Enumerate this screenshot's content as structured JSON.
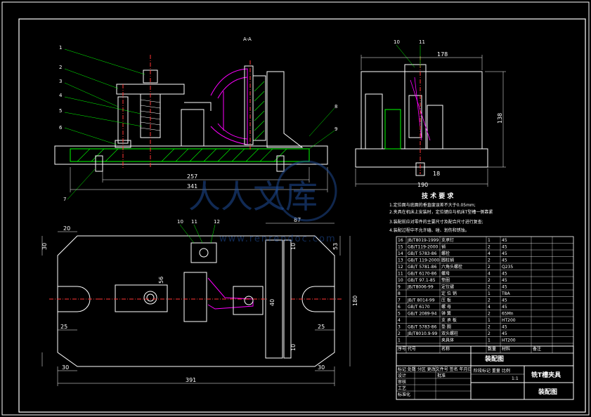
{
  "section_label": "A-A",
  "front_view": {
    "leaders": [
      "1",
      "2",
      "3",
      "4",
      "5",
      "6",
      "7",
      "8",
      "9"
    ],
    "dims": {
      "d257": "257",
      "d341": "341"
    }
  },
  "side_view": {
    "leaders": [
      "10",
      "11"
    ],
    "dims": {
      "d178": "178",
      "d138": "138",
      "d190": "190",
      "d18": "18"
    }
  },
  "plan_view": {
    "leaders": [
      "10",
      "11",
      "12"
    ],
    "dims": {
      "d20": "20",
      "d30": "30",
      "d87": "87",
      "d53": "53",
      "d10a": "10",
      "d180": "180",
      "d25l": "25",
      "d25r": "25",
      "d40": "40",
      "d56": "56",
      "d10b": "10",
      "d391": "391",
      "d30b": "30",
      "d30c": "30"
    }
  },
  "tech_req": {
    "title": "技 术 要 求",
    "lines": [
      "1.定位面与底面的垂直度误差不大于0.05mm;",
      "2.夹具在机床上安装时，定位键应与机床T型槽一侧靠紧",
      "3.装配前应对零件的主要尺寸及配合尺寸进行复查;",
      "4.装配过程中不允许磕、碰、划伤和锈蚀。"
    ]
  },
  "bom": {
    "rows": [
      [
        "16",
        "JB/T8019-1999",
        "支承钉",
        "1",
        "45",
        ""
      ],
      [
        "15",
        "GB/T119-2000",
        "销",
        "2",
        "45",
        ""
      ],
      [
        "14",
        "GB/T 5783-86",
        "螺栓",
        "4",
        "45",
        ""
      ],
      [
        "13",
        "GB/T 119-2000",
        "圆柱销",
        "2",
        "45",
        ""
      ],
      [
        "12",
        "GB/T 5781-86",
        "六角头螺栓",
        "2",
        "Q235",
        ""
      ],
      [
        "11",
        "GB/T 6170-86",
        "螺母",
        "4",
        "45",
        ""
      ],
      [
        "10",
        "GB/T 97.1-85",
        "垫圈",
        "2",
        "45",
        ""
      ],
      [
        "9",
        "JB/T8006-99",
        "定位键",
        "2",
        "45",
        ""
      ],
      [
        "8",
        "",
        "定 位 销",
        "1",
        "T8A",
        ""
      ],
      [
        "7",
        "JB/T 8014-99",
        "压 板",
        "2",
        "45",
        ""
      ],
      [
        "6",
        "GB/T 6170",
        "螺 母",
        "4",
        "45",
        ""
      ],
      [
        "5",
        "GB/T 2089-94",
        "弹 簧",
        "2",
        "65Mn",
        ""
      ],
      [
        "4",
        "",
        "支 承 板",
        "1",
        "HT200",
        ""
      ],
      [
        "3",
        "GB/T 5783-86",
        "垫 圈",
        "2",
        "45",
        ""
      ],
      [
        "2",
        "JB/T8010.9-99",
        "双头螺柱",
        "2",
        "45",
        ""
      ],
      [
        "1",
        "",
        "夹具体",
        "1",
        "HT200",
        ""
      ]
    ],
    "header": [
      "序号",
      "代号",
      "名称",
      "数量",
      "材料",
      "备注"
    ]
  },
  "title_block": {
    "drawing_type": "装配图",
    "part_name": "铣T槽夹具",
    "drawing_type_2": "装配图",
    "rows": [
      "标记 处数 分区 更改文件号 签名 年月日",
      "设计",
      "审核",
      "工艺",
      "标准化",
      "批准",
      "阶段标记  重量  比例"
    ],
    "scale": "1:1"
  },
  "watermark": {
    "text": "人人文库",
    "url": "www.renrendoc.com"
  },
  "colors": {
    "line": "#ffffff",
    "accent": "#00ff00",
    "magenta": "#ff00ff",
    "red": "#ff3333",
    "yellow": "#ffff00",
    "cyan": "#00ffff",
    "watermark": "#1f4e9a"
  }
}
